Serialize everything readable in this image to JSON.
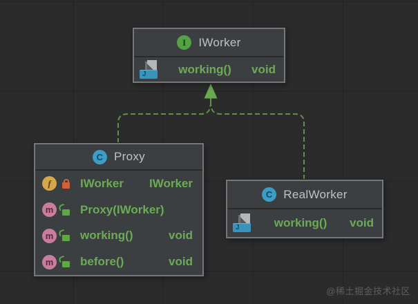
{
  "watermark": "@稀土掘金技术社区",
  "icons": {
    "interface_letter": "I",
    "class_letter": "C",
    "field_letter": "f",
    "method_letter": "m",
    "java_tag_letter": "J"
  },
  "colors": {
    "canvas_bg": "#2b2b2b",
    "grid_line": "#242424",
    "node_bg": "#3c3f41",
    "node_border": "#75777a",
    "title_text": "#bfc1c3",
    "member_text": "#6cab55",
    "edge_green": "#5f9246",
    "arrow_green": "#68aa50",
    "interface_icon_bg": "#55a244",
    "class_icon_bg": "#3d9dc4",
    "field_icon_bg": "#d4a748",
    "method_icon_bg": "#c77e9d",
    "private_lock": "#d2603a",
    "public_lock": "#60a844",
    "java_tag_bg": "#3794bd"
  },
  "nodes": {
    "iworker": {
      "kind": "interface",
      "title": "IWorker",
      "members": [
        {
          "name": "working()",
          "type": "void"
        }
      ]
    },
    "proxy": {
      "kind": "class",
      "title": "Proxy",
      "members": [
        {
          "name": "IWorker",
          "type": "IWorker",
          "member_kind": "field",
          "visibility": "private"
        },
        {
          "name": "Proxy(IWorker)",
          "type": "",
          "member_kind": "constructor",
          "visibility": "public"
        },
        {
          "name": "working()",
          "type": "void",
          "member_kind": "method",
          "visibility": "public"
        },
        {
          "name": "before()",
          "type": "void",
          "member_kind": "method",
          "visibility": "public"
        }
      ]
    },
    "realworker": {
      "kind": "class",
      "title": "RealWorker",
      "members": [
        {
          "name": "working()",
          "type": "void"
        }
      ]
    }
  },
  "relationships": [
    {
      "from": "Proxy",
      "to": "IWorker",
      "type": "realization"
    },
    {
      "from": "RealWorker",
      "to": "IWorker",
      "type": "realization"
    }
  ]
}
